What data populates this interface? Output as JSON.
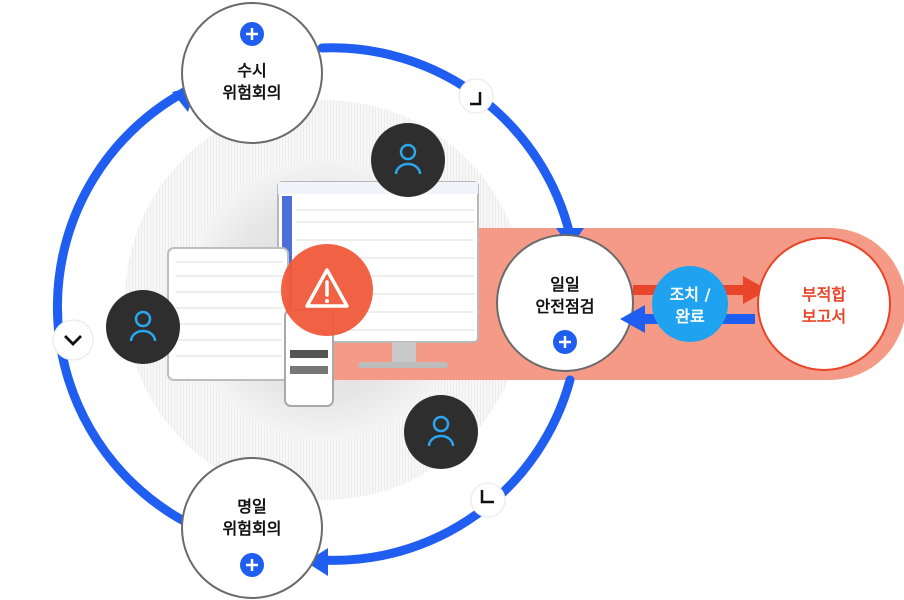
{
  "nodes": {
    "top": {
      "line1": "수시",
      "line2": "위험회의"
    },
    "right": {
      "line1": "일일",
      "line2": "안전점검"
    },
    "bottom": {
      "line1": "명일",
      "line2": "위험회의"
    },
    "report": {
      "line1": "부적합",
      "line2": "보고서"
    },
    "action": {
      "line1": "조치 /",
      "line2": "완료"
    }
  },
  "icons": {
    "plus": "plus-circle-icon",
    "person": "person-icon",
    "warning": "warning-triangle-icon",
    "chevron": "chevron-icon"
  },
  "colors": {
    "blue": "#1f5ef0",
    "light_blue": "#1fa3f0",
    "red": "#e8452a",
    "salmon": "#f49a86",
    "dark": "#2e2e2e"
  }
}
